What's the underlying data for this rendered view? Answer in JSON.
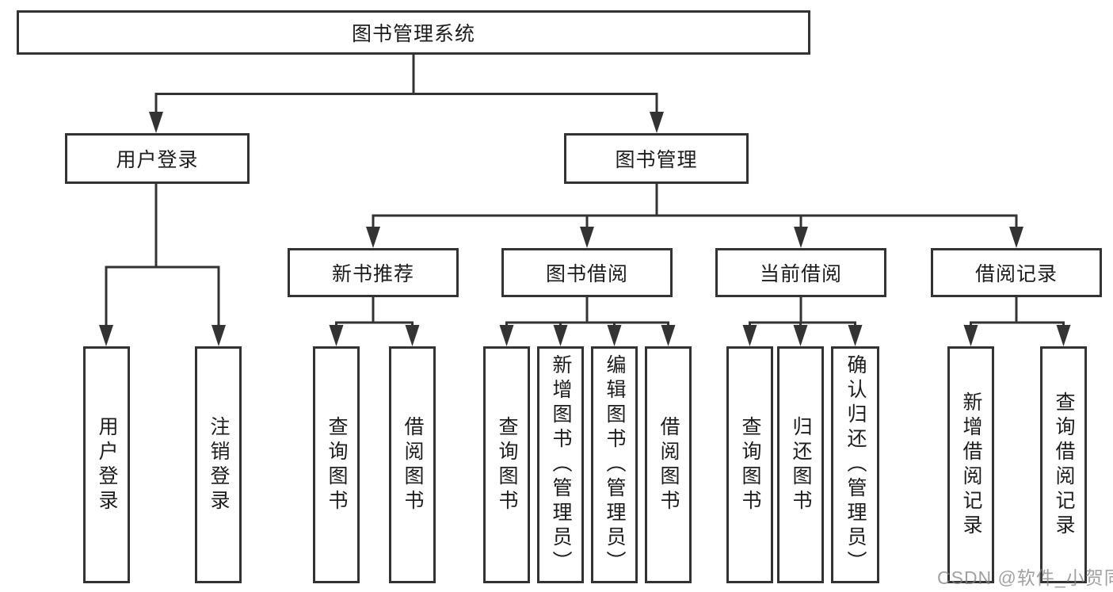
{
  "diagram": {
    "type": "hierarchy-tree",
    "colors": {
      "line": "#333333",
      "box_border": "#333333",
      "box_fill": "#ffffff",
      "text": "#1c1c1c",
      "watermark": "#828282"
    },
    "tree": {
      "root": {
        "label": "图书管理系统"
      },
      "level2": [
        {
          "label": "用户登录"
        },
        {
          "label": "图书管理"
        }
      ],
      "level3": [
        {
          "label": "新书推荐"
        },
        {
          "label": "图书借阅"
        },
        {
          "label": "当前借阅"
        },
        {
          "label": "借阅记录"
        }
      ],
      "leaves": {
        "user_login": [
          "用户登录",
          "注销登录"
        ],
        "new_book_recommend": [
          "查询图书",
          "借阅图书"
        ],
        "book_borrow": [
          "查询图书",
          "新增图书（管理员）",
          "编辑图书（管理员）",
          "借阅图书"
        ],
        "current_borrow": [
          "查询图书",
          "归还图书",
          "确认归还（管理员）"
        ],
        "borrow_records": [
          "新增借阅记录",
          "查询借阅记录"
        ]
      }
    },
    "watermark": {
      "text": "CSDN @软件_小贺同学"
    }
  }
}
